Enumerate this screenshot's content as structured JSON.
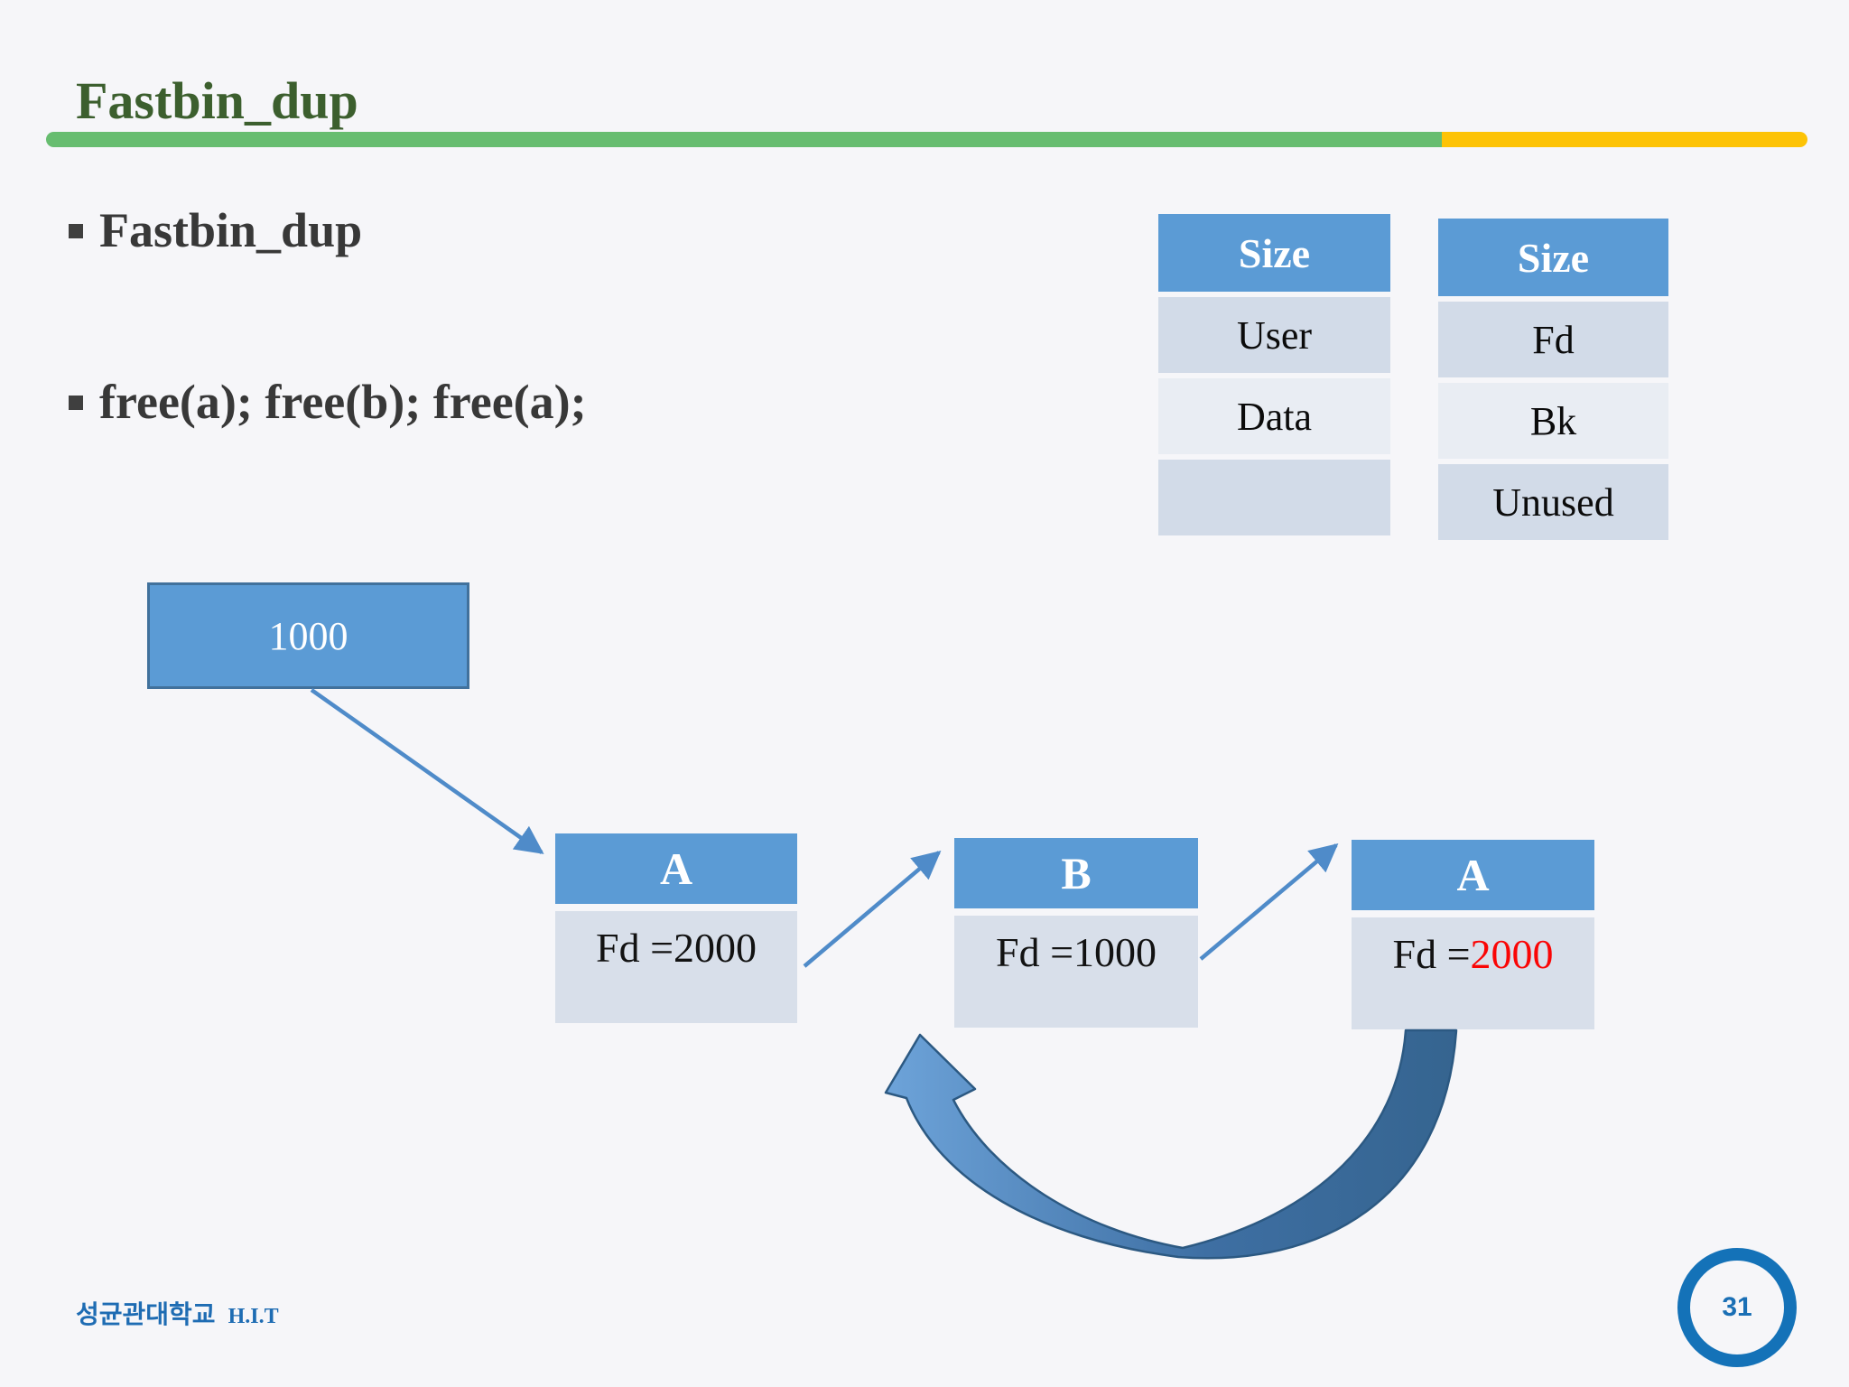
{
  "slide": {
    "title": "Fastbin_dup",
    "page_number": "31",
    "footer": {
      "organization": "성균관대학교",
      "group": "H.I.T"
    }
  },
  "bullets": [
    "Fastbin_dup",
    "free(a); free(b); free(a);"
  ],
  "tables": {
    "left": {
      "header": "Size",
      "rows": [
        "User",
        "Data",
        ""
      ]
    },
    "right": {
      "header": "Size",
      "rows": [
        "Fd",
        "Bk",
        "Unused"
      ]
    }
  },
  "diagram": {
    "size_box": "1000",
    "nodes": [
      {
        "name": "A",
        "field": "Fd = ",
        "value": "2000",
        "value_style": "color:#121212"
      },
      {
        "name": "B",
        "field": "Fd = ",
        "value": "1000",
        "value_style": "color:#121212"
      },
      {
        "name": "A",
        "field": "Fd = ",
        "value": "2000",
        "value_style": "color:#fa0505"
      }
    ]
  },
  "colors": {
    "title_green": "#3c5f2e",
    "bar_green": "#67bd70",
    "bar_yellow": "#fdc306",
    "box_blue": "#5b9bd5",
    "box_border": "#41719c",
    "cell_light": "#d2dbe8",
    "cell_lighter": "#e9edf3",
    "arrow_blue": "#4f8bc9",
    "curved_arrow_light": "#6ca2d8",
    "curved_arrow_dark": "#35648f",
    "footer_blue": "#1e6cb3",
    "page_circle_blue": "#1472b8",
    "red_value": "#fa0505"
  }
}
